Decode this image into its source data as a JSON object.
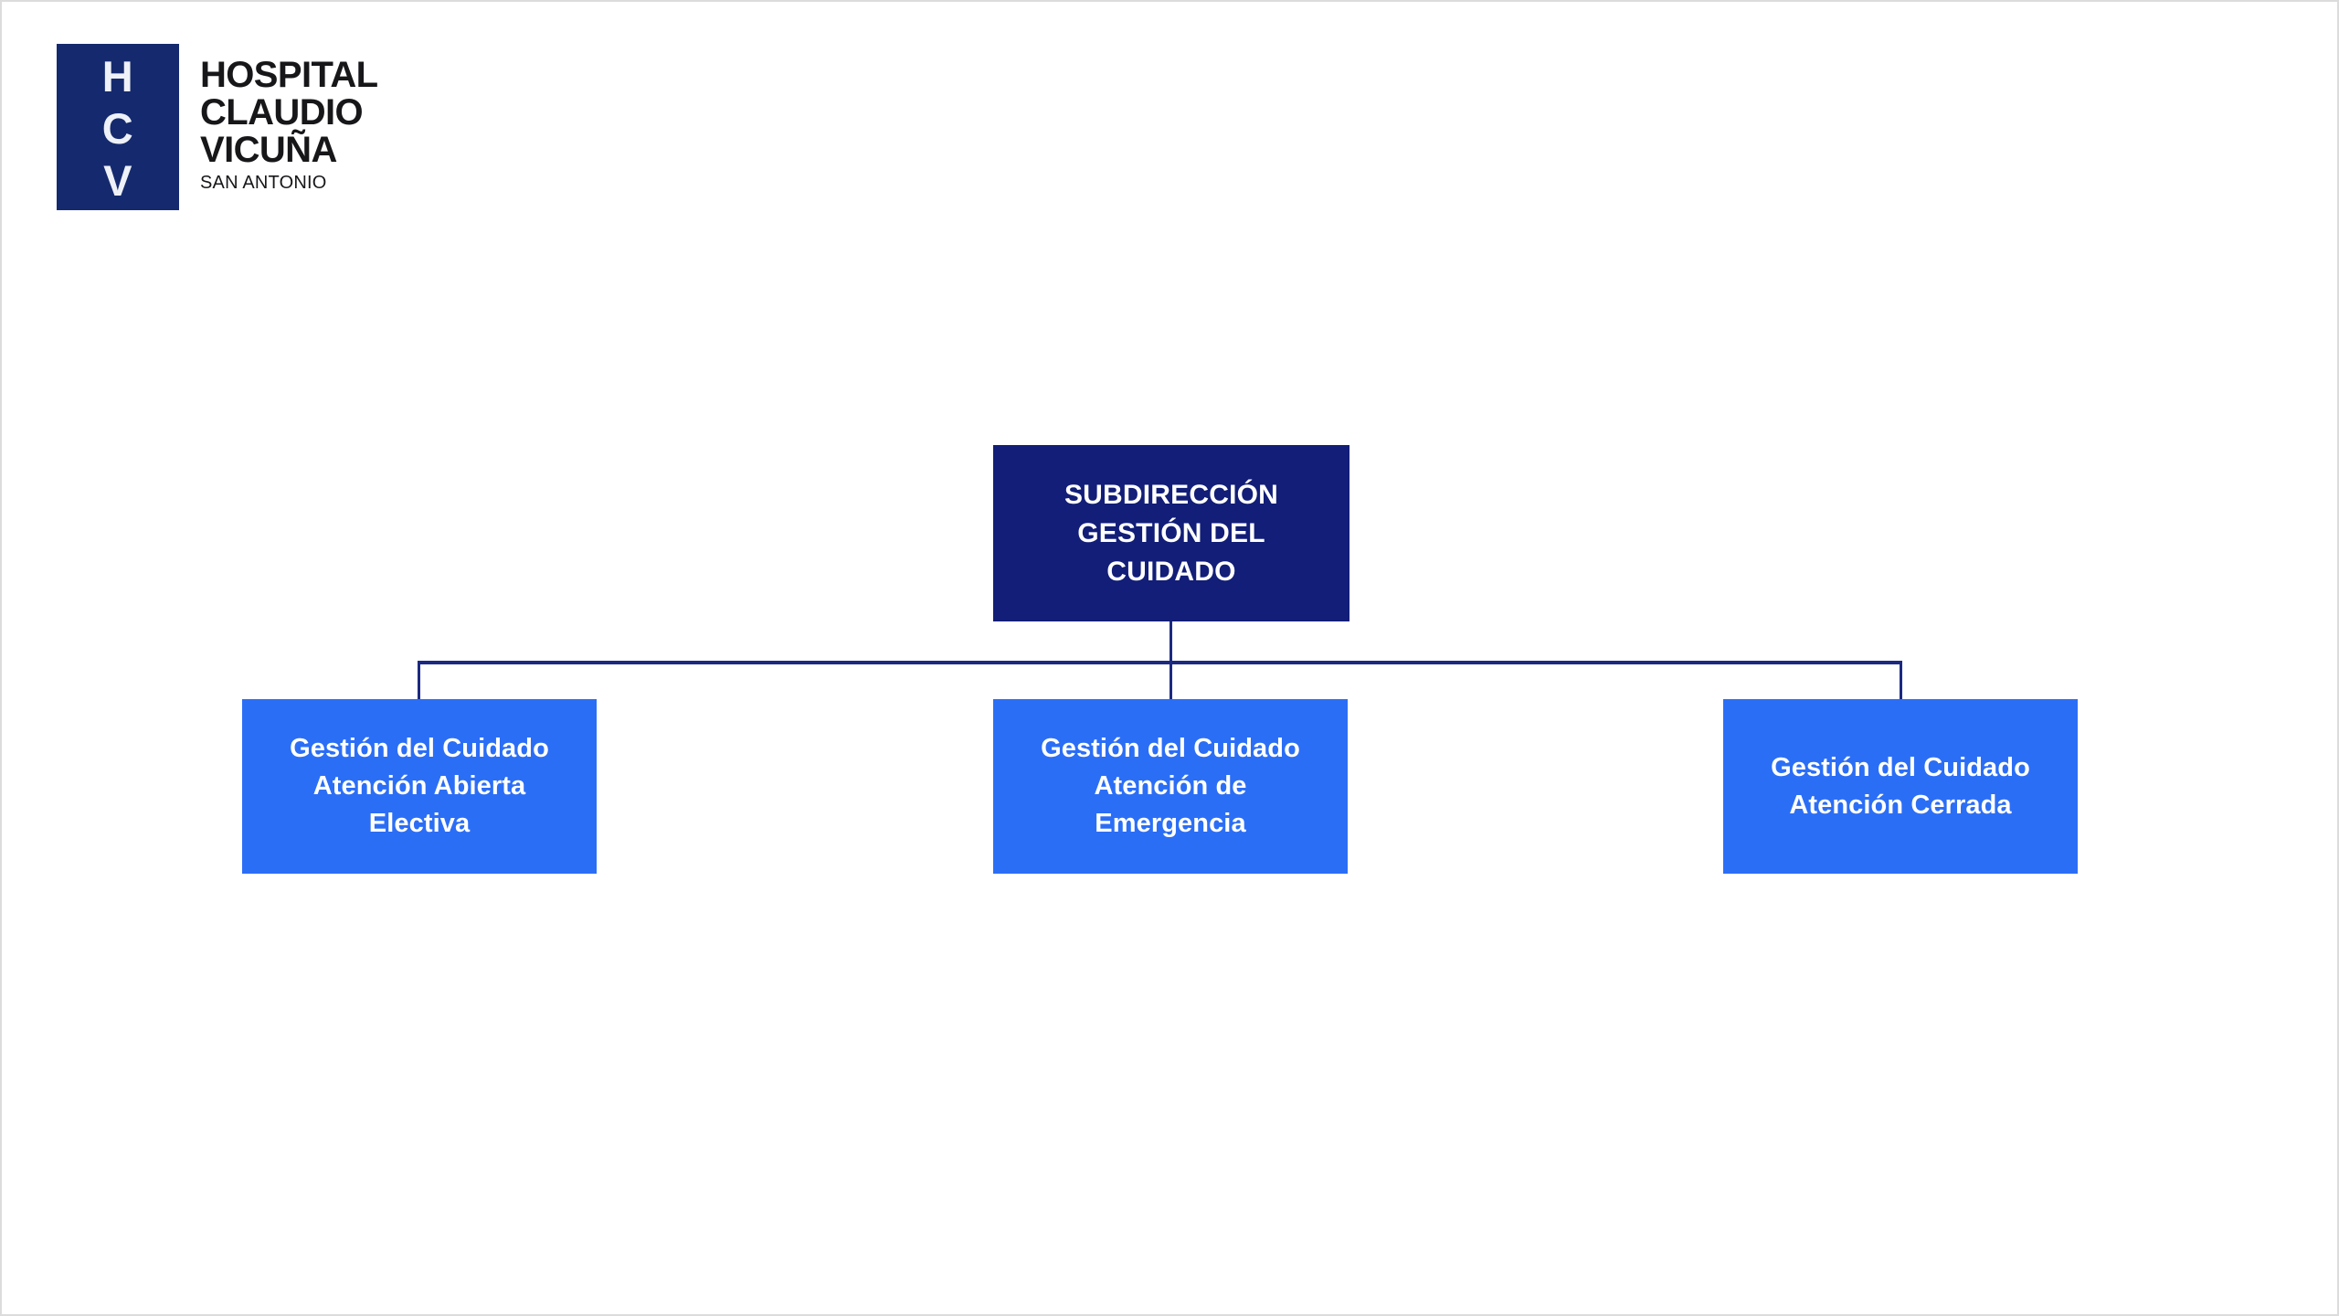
{
  "logo": {
    "mark_letters": [
      "H",
      "C",
      "V"
    ],
    "name_lines": [
      "HOSPITAL",
      "CLAUDIO",
      "VICUÑA"
    ],
    "subtitle": "SAN ANTONIO",
    "mark_background": "#152a6e",
    "mark_text_color": "#eef1f7",
    "wordmark_color": "#17171a"
  },
  "chart_data": {
    "type": "org-chart",
    "title": "",
    "orientation": "top-down",
    "colors": {
      "root_fill": "#121e77",
      "child_fill": "#2b6ef6",
      "node_text": "#ffffff",
      "connector": "#1b2a80",
      "background": "#ffffff"
    },
    "root": {
      "id": "subdireccion-gestion-del-cuidado",
      "label": "SUBDIRECCIÓN\nGESTIÓN DEL\nCUIDADO",
      "lines": [
        "SUBDIRECCIÓN",
        "GESTIÓN DEL",
        "CUIDADO"
      ],
      "level": 0,
      "fill": "#121e77"
    },
    "children": [
      {
        "id": "gestion-cuidado-atencion-abierta-electiva",
        "label": "Gestión del Cuidado\nAtención Abierta\nElectiva",
        "lines": [
          "Gestión del Cuidado",
          "Atención Abierta",
          "Electiva"
        ],
        "level": 1,
        "fill": "#2b6ef6",
        "parent": "subdireccion-gestion-del-cuidado"
      },
      {
        "id": "gestion-cuidado-atencion-de-emergencia",
        "label": "Gestión del Cuidado\nAtención de\nEmergencia",
        "lines": [
          "Gestión del Cuidado",
          "Atención de",
          "Emergencia"
        ],
        "level": 1,
        "fill": "#2b6ef6",
        "parent": "subdireccion-gestion-del-cuidado"
      },
      {
        "id": "gestion-cuidado-atencion-cerrada",
        "label": "Gestión del Cuidado\nAtención Cerrada",
        "lines": [
          "Gestión del Cuidado",
          "Atención Cerrada"
        ],
        "level": 1,
        "fill": "#2b6ef6",
        "parent": "subdireccion-gestion-del-cuidado"
      }
    ],
    "edges": [
      {
        "from": "subdireccion-gestion-del-cuidado",
        "to": "gestion-cuidado-atencion-abierta-electiva"
      },
      {
        "from": "subdireccion-gestion-del-cuidado",
        "to": "gestion-cuidado-atencion-de-emergencia"
      },
      {
        "from": "subdireccion-gestion-del-cuidado",
        "to": "gestion-cuidado-atencion-cerrada"
      }
    ]
  }
}
